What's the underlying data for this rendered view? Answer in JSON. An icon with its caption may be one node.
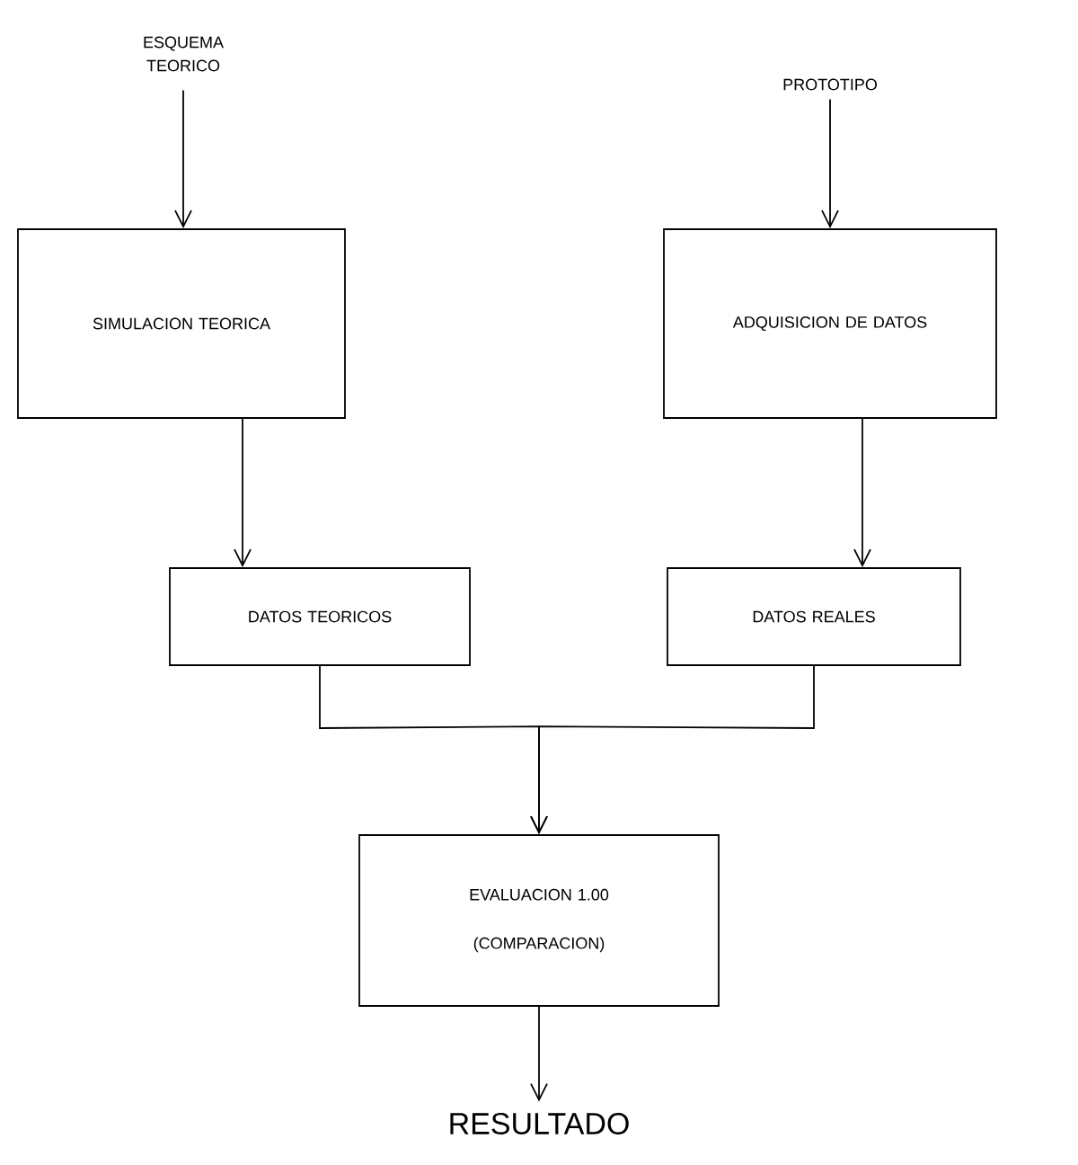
{
  "diagram": {
    "nodes": [
      {
        "text": [
          "ESQUEMA TEORICO"
        ]
      },
      {
        "text": [
          "PROTOTIPO"
        ]
      },
      {
        "text": [
          "SIMULACION TEORICA"
        ]
      },
      {
        "text": [
          "ADQUISICION DE DATOS"
        ]
      },
      {
        "text": [
          "DATOS TEORICOS"
        ]
      },
      {
        "text": [
          "DATOS REALES"
        ]
      },
      {
        "text": [
          "EVALUACION 1.00",
          "(COMPARACION)"
        ]
      },
      {
        "text": [
          "RESULTADO"
        ]
      }
    ],
    "edges": [
      {
        "from": 0,
        "to": 2,
        "arrow": "to"
      },
      {
        "from": 1,
        "to": 3,
        "arrow": "to"
      },
      {
        "from": 2,
        "to": 4,
        "arrow": "to"
      },
      {
        "from": 3,
        "to": 5,
        "arrow": "to"
      },
      {
        "from": 4,
        "to": 6,
        "arrow": "to"
      },
      {
        "from": 5,
        "to": 6,
        "arrow": "to"
      },
      {
        "from": 6,
        "to": 7,
        "arrow": "to"
      }
    ]
  }
}
